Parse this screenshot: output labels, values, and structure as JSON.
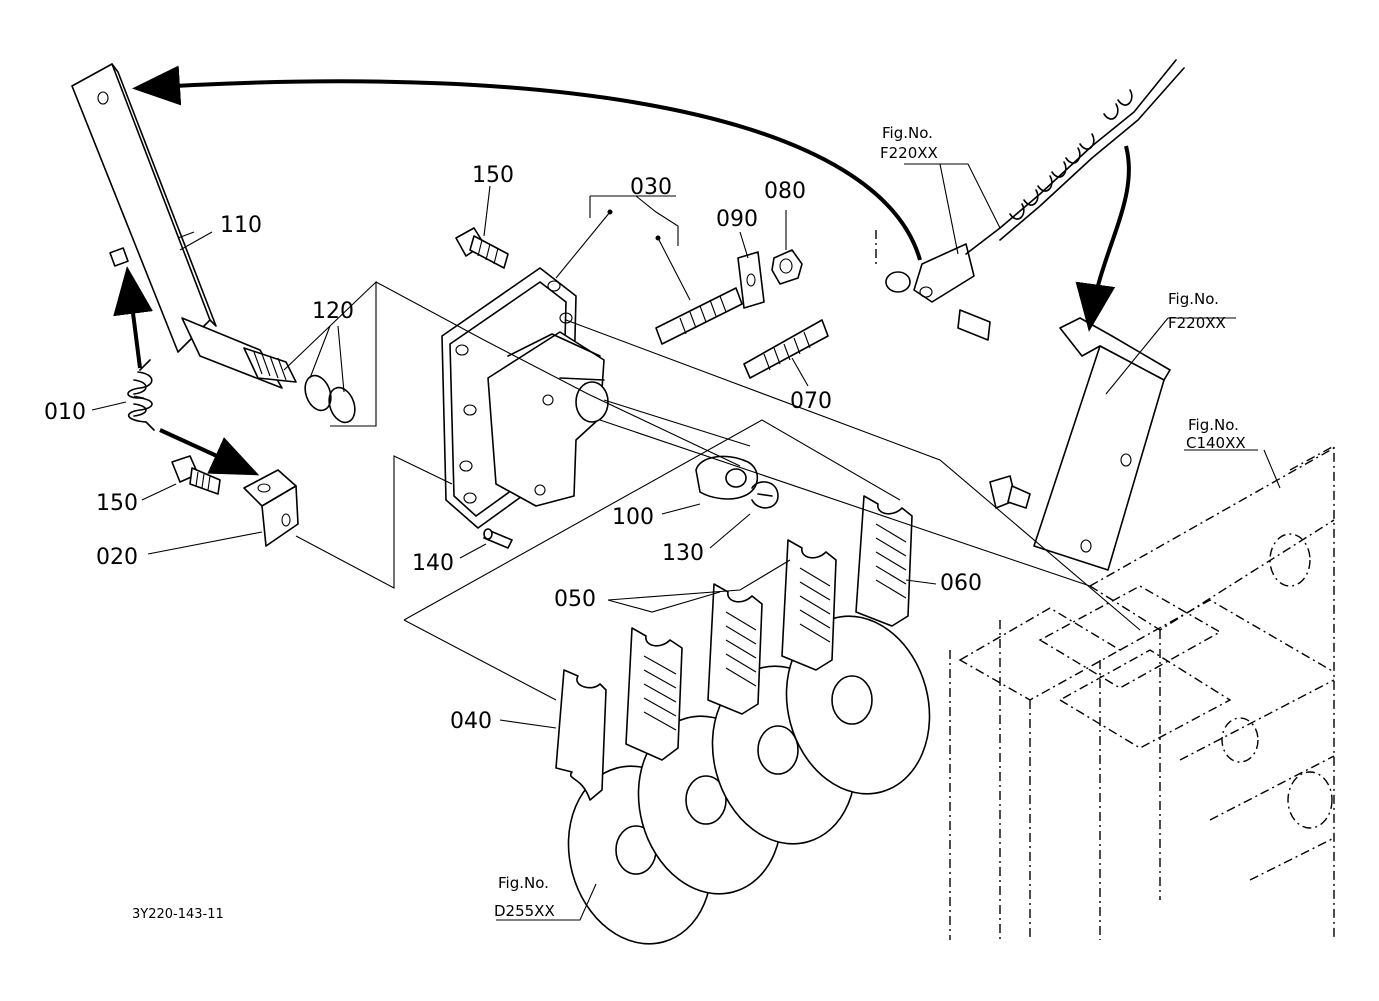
{
  "diagram": {
    "drawing_number": "3Y220-143-11",
    "part_labels": [
      "010",
      "020",
      "030",
      "040",
      "050",
      "060",
      "070",
      "080",
      "090",
      "100",
      "110",
      "120",
      "130",
      "140",
      "150",
      "150"
    ],
    "fig_refs": [
      {
        "label": "Fig.No.",
        "code": "F220XX"
      },
      {
        "label": "Fig.No.",
        "code": "F220XX"
      },
      {
        "label": "Fig.No.",
        "code": "C140XX"
      },
      {
        "label": "Fig.No.",
        "code": "D255XX"
      }
    ]
  }
}
